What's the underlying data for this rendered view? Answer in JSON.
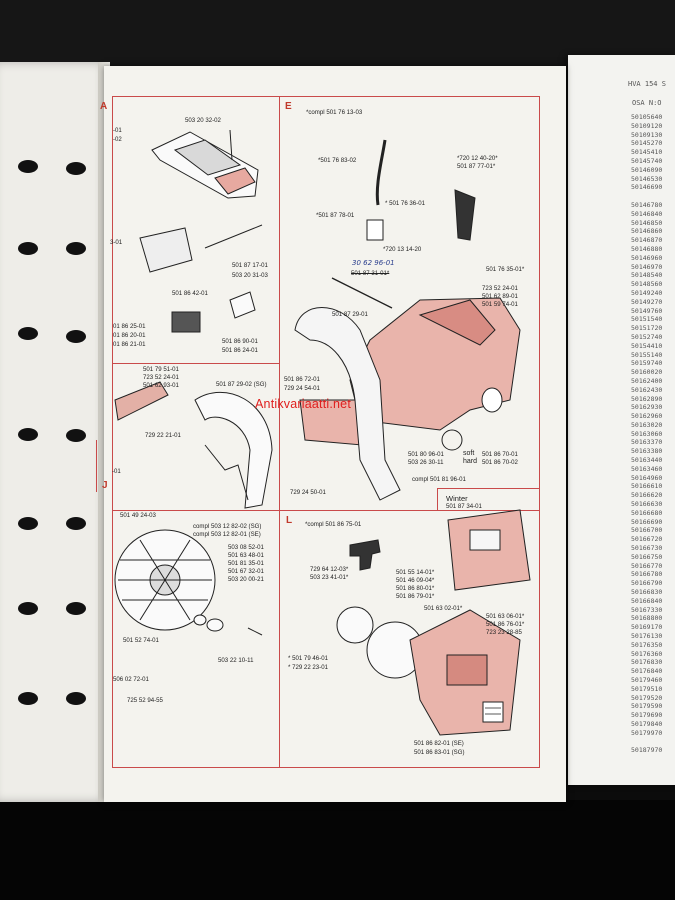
{
  "sections": {
    "a": "A",
    "e": "E",
    "j": "J",
    "l": "L"
  },
  "section_a": {
    "p1": "503 20 32-02",
    "p2": "-01",
    "p3": "-02",
    "p4": "3-01",
    "p5": "501 87 17-01",
    "p6": "503 20 31-03",
    "p7": "501 86 42-01",
    "p8": "501 86 90-01",
    "p9": "501 86 24-01",
    "p10": "01 86 25-01",
    "p11": "01 86 20-01",
    "p12": "01 86 21-01"
  },
  "middle_left": {
    "p1": "501 79 51-01",
    "p2": "723 52 24-01",
    "p3": "501 62 93-01",
    "p4": "501 87 29-02 (SG)",
    "p5": "729 22 21-01",
    "p6": "-01",
    "p7": "501 49 24-03",
    "p8": "compl 503 12 82-02 (SG)",
    "p9": "compl 503 12 82-01 (SE)"
  },
  "section_j": {
    "p1": "503 08 52-01",
    "p2": "501 63 48-01",
    "p3": "501 81 35-01",
    "p4": "501 67 32-01",
    "p5": "503 20 00-21",
    "p6": "501 52 74-01",
    "p7": "503 22 10-11",
    "p8": "506 02 72-01",
    "p9": "725 52 94-55"
  },
  "section_e": {
    "compl": "*compl 501 76 13-03",
    "p1": "*501 76 83-02",
    "p2": "*720 12 40-20*",
    "p3": "501 87 77-01*",
    "p4": "* 501 76 36-01",
    "p5": "*501 87 78-01",
    "p6": "*720 13 14-20",
    "p7": "501 76 35-01*",
    "p8": "501 87 31-01*",
    "p9": "501 87 29-01",
    "p10": "723 52 24-01",
    "p11": "501 62 89-01",
    "p12": "501 59 74-01",
    "p13": "501 86 72-01",
    "p14": "729 24 54-01",
    "p15": "501 80 96-01",
    "p16": "503 26 30-11",
    "p17": "soft",
    "p18": "hard",
    "p19": "501 86 70-01",
    "p20": "501 86 70-02",
    "p21": "compl 501 81 96-01",
    "p22": "729 24 50-01",
    "handwritten": "30 62 96-01"
  },
  "section_l": {
    "compl": "*compl 501 86 75-01",
    "p1": "729 64 12-03*",
    "p2": "503 23 41-01*",
    "p3": "501 55 14-01*",
    "p4": "501 46 09-04*",
    "p5": "501 86 80-01*",
    "p6": "501 86 79-01*",
    "p7": "501 63 02-01*",
    "p8": "501 63 06-01*",
    "p9": "501 86 76-01*",
    "p10": "723 23 28-85",
    "p11": "* 501 79 46-01",
    "p12": "* 729 22 23-01",
    "p13": "501 86 82-01 (SE)",
    "p14": "501 86 83-01 (SG)"
  },
  "winter": {
    "title": "Winter",
    "part": "501 87 34-01"
  },
  "watermark": "Antikvariaatti.net",
  "printout": {
    "title": "HVA 154 S",
    "subtitle": "OSA N:O",
    "parts": [
      "50105640",
      "50109120",
      "50109130",
      "50145270",
      "50145410",
      "50145740",
      "50146090",
      "50146530",
      "50146690",
      "",
      "50146780",
      "50146840",
      "50146850",
      "50146860",
      "50146870",
      "50146880",
      "50146960",
      "50146970",
      "50148540",
      "50148560",
      "50149240",
      "50149270",
      "50149760",
      "50151540",
      "50151720",
      "50152740",
      "50154410",
      "50155140",
      "50159740",
      "50160020",
      "50162400",
      "50162430",
      "50162890",
      "50162930",
      "50162960",
      "50163020",
      "50163060",
      "50163370",
      "50163380",
      "50163440",
      "50163460",
      "50164960",
      "50166610",
      "50166620",
      "50166630",
      "50166680",
      "50166690",
      "50166700",
      "50166720",
      "50166730",
      "50166750",
      "50166770",
      "50166780",
      "50166790",
      "50166830",
      "50166840",
      "50167330",
      "50168800",
      "50169170",
      "50176130",
      "50176350",
      "50176360",
      "50176830",
      "50176840",
      "50179460",
      "50179510",
      "50179520",
      "50179590",
      "50179690",
      "50179840",
      "50179970",
      "",
      "50187970"
    ]
  }
}
